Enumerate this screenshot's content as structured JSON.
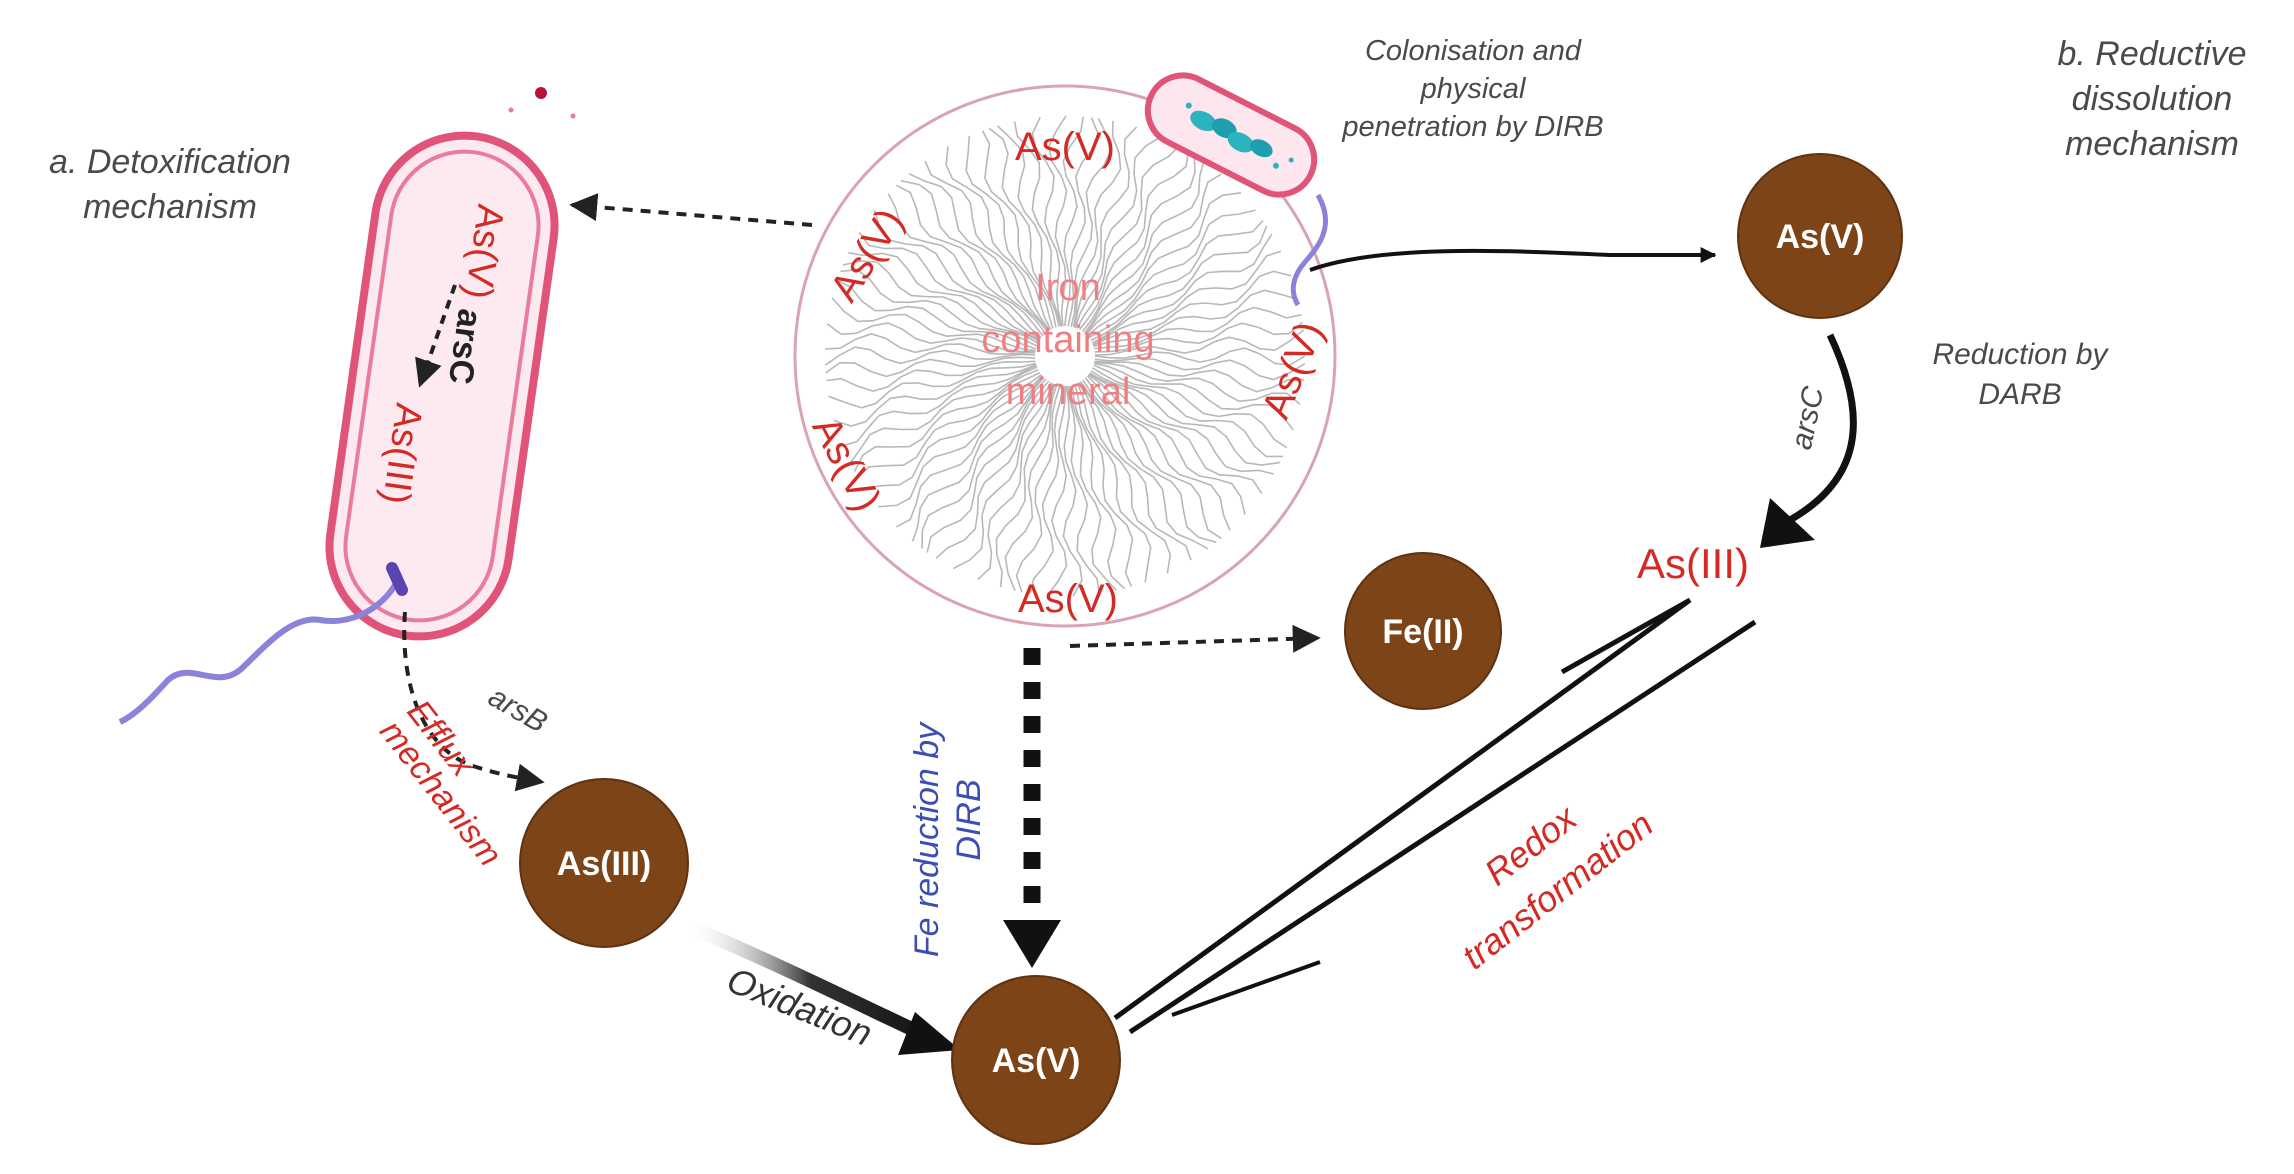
{
  "labels": {
    "detox_line1": "a. Detoxification",
    "detox_line2": "mechanism",
    "reductive_line1": "b. Reductive",
    "reductive_line2": "dissolution",
    "reductive_line3": "mechanism",
    "colonisation_line1": "Colonisation and",
    "colonisation_line2": "physical",
    "colonisation_line3": "penetration by DIRB",
    "mineral_line1": "Iron",
    "mineral_line2": "containing",
    "mineral_line3": "mineral",
    "reduction_darb_line1": "Reduction by",
    "reduction_darb_line2": "DARB",
    "arsC_right": "arsC",
    "arsC_cell": "arsC",
    "arsB": "arsB",
    "efflux_line1": "Efflux",
    "efflux_line2": "mechanism",
    "fe_reduction_line1": "Fe reduction by",
    "fe_reduction_line2": "DIRB",
    "oxidation": "Oxidation",
    "redox_line1": "Redox",
    "redox_line2": "transformation",
    "cell_asv": "As(V)",
    "cell_asiii": "As(III)",
    "mineral_asv_top": "As(V)",
    "mineral_asv_left": "As(V)",
    "mineral_asv_lowleft": "As(V)",
    "mineral_asv_bottom": "As(V)",
    "mineral_asv_right": "As(V)",
    "asiii_free": "As(III)"
  },
  "nodes": {
    "asv_top_right": "As(V)",
    "fe_ii": "Fe(II)",
    "asiii_left": "As(III)",
    "asv_bottom": "As(V)"
  },
  "colors": {
    "node_fill": "#7d4418",
    "red_text": "#d42a24",
    "blue_text": "#3b4fb3",
    "dark_text": "#4a4a4a",
    "cell_outline": "#e0547a",
    "flagellum": "#8b82d9"
  }
}
